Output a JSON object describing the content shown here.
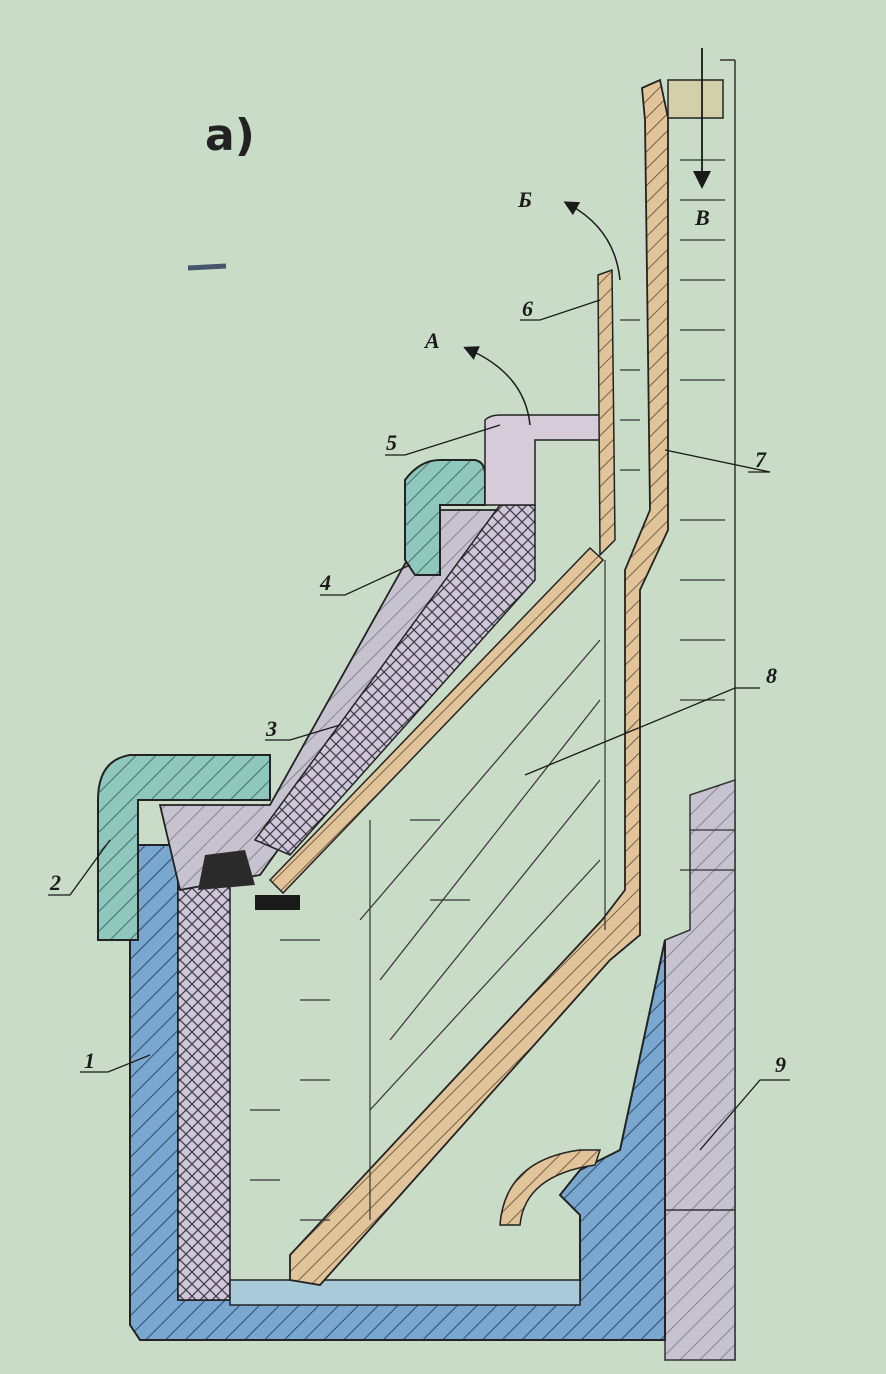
{
  "figure": {
    "title": "а)",
    "callouts": [
      "1",
      "2",
      "3",
      "4",
      "5",
      "6",
      "7",
      "8",
      "9"
    ],
    "flows": {
      "a": "А",
      "b": "Б",
      "v": "В"
    }
  },
  "colors": {
    "paper": "#c9dcc8",
    "blue": "#7aa7cf",
    "teal": "#8fc7bd",
    "tan": "#e2c49a",
    "grey": "#b9b9c6",
    "ink": "#1a1a1a"
  }
}
